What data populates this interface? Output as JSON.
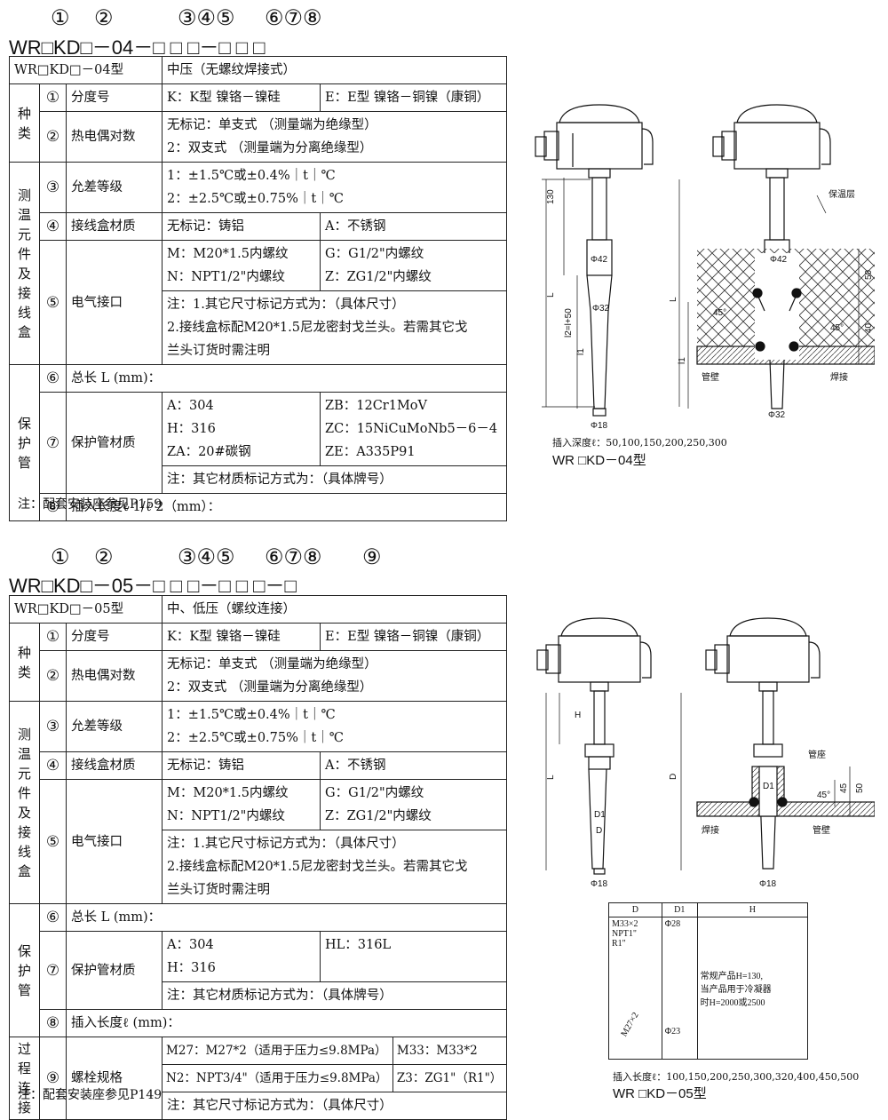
{
  "s1": {
    "circles": {
      "c1": "①",
      "c2": "②",
      "c345": "③④⑤",
      "c678": "⑥⑦⑧"
    },
    "model": "WR□KD□－04－□ □ □－□ □ □",
    "header": {
      "model": "WR□KD□－04型",
      "desc": "中压（无螺纹焊接式）"
    },
    "cat_kind": [
      "种",
      "类"
    ],
    "cat_elem": [
      "测",
      "温",
      "元",
      "件",
      "及",
      "接",
      "线",
      "盒"
    ],
    "cat_prot": [
      "保",
      "护",
      "管"
    ],
    "rows": {
      "r1": {
        "n": "①",
        "name": "分度号",
        "a": "K：K型  镍铬－镍硅",
        "b": "E：E型  镍铬－铜镍（康铜）"
      },
      "r2": {
        "n": "②",
        "name": "热电偶对数",
        "a": "无标记：单支式  （测量端为绝缘型）",
        "b": "2：双支式  （测量端为分离绝缘型）"
      },
      "r3": {
        "n": "③",
        "name": "允差等级",
        "a": "1：±1.5℃或±0.4%｜t｜℃",
        "b": "2：±2.5℃或±0.75%｜t｜℃"
      },
      "r4": {
        "n": "④",
        "name": "接线盒材质",
        "a": "无标记：铸铝",
        "b": "A：不锈钢"
      },
      "r5": {
        "n": "⑤",
        "name": "电气接口",
        "a": "M：M20*1.5内螺纹",
        "b": "G：G1/2\"内螺纹",
        "c": "N：NPT1/2\"内螺纹",
        "d": "Z：ZG1/2\"内螺纹",
        "note1": "注：1.其它尺寸标记方式为：（具体尺寸）",
        "note2": "2.接线盒标配M20*1.5尼龙密封戈兰头。若需其它戈",
        "note3": "兰头订货时需注明"
      },
      "r6": {
        "n": "⑥",
        "name": "总长 L (mm)："
      },
      "r7": {
        "n": "⑦",
        "name": "保护管材质",
        "a": "A：304",
        "b": "ZB：12Cr1MoV",
        "c": "H：316",
        "d": "ZC：15NiCuMoNb5－6－4",
        "e": "ZA：20#碳钢",
        "f": "ZE：A335P91",
        "note": "注：其它材质标记方式为：（具体牌号）"
      },
      "r8": {
        "n": "⑧",
        "name": "插入长度ℓ 1/ℓ 2（mm）："
      }
    },
    "footnote": "注：配套安装座参见P159",
    "caption_depth": "插入深度ℓ：50,100,150,200,250,300",
    "caption_model": "WR □KD－04型",
    "dims": {
      "d130": "130",
      "dL": "L",
      "dl2": "l2=l+50",
      "dl1": "l1",
      "d42": "Φ42",
      "d32": "Φ32",
      "d18": "Φ18",
      "dl1b": "l1",
      "dL2": "L",
      "d42b": "Φ42",
      "d32b": "Φ32",
      "d50": "50",
      "d40": "40",
      "a45": "45°",
      "a45b": "45°",
      "lbl_ins": "保温层",
      "lbl_wall": "管壁",
      "lbl_weld": "焊接"
    }
  },
  "s2": {
    "circles": {
      "c1": "①",
      "c2": "②",
      "c345": "③④⑤",
      "c678": "⑥⑦⑧",
      "c9": "⑨"
    },
    "model": "WR□KD□－05－□ □ □－□ □ □－□",
    "header": {
      "model": "WR□KD□－05型",
      "desc": "中、低压（螺纹连接）"
    },
    "cat_kind": [
      "种",
      "类"
    ],
    "cat_elem": [
      "测",
      "温",
      "元",
      "件",
      "及",
      "接",
      "线",
      "盒"
    ],
    "cat_prot": [
      "保",
      "护",
      "管"
    ],
    "cat_proc": [
      "过",
      "程",
      "连",
      "接"
    ],
    "rows": {
      "r1": {
        "n": "①",
        "name": "分度号",
        "a": "K：K型  镍铬－镍硅",
        "b": "E：E型  镍铬－铜镍（康铜）"
      },
      "r2": {
        "n": "②",
        "name": "热电偶对数",
        "a": "无标记：单支式  （测量端为绝缘型）",
        "b": "2：双支式  （测量端为分离绝缘型）"
      },
      "r3": {
        "n": "③",
        "name": "允差等级",
        "a": "1：±1.5℃或±0.4%｜t｜℃",
        "b": "2：±2.5℃或±0.75%｜t｜℃"
      },
      "r4": {
        "n": "④",
        "name": "接线盒材质",
        "a": "无标记：铸铝",
        "b": "A：不锈钢"
      },
      "r5": {
        "n": "⑤",
        "name": "电气接口",
        "a": "M：M20*1.5内螺纹",
        "b": "G：G1/2\"内螺纹",
        "c": "N：NPT1/2\"内螺纹",
        "d": "Z：ZG1/2\"内螺纹",
        "note1": "注：1.其它尺寸标记方式为：（具体尺寸）",
        "note2": "2.接线盒标配M20*1.5尼龙密封戈兰头。若需其它戈",
        "note3": "兰头订货时需注明"
      },
      "r6": {
        "n": "⑥",
        "name": "总长 L (mm)："
      },
      "r7": {
        "n": "⑦",
        "name": "保护管材质",
        "a": "A：304",
        "b": "HL：316L",
        "c": "H：316",
        "note": "注：其它材质标记方式为：（具体牌号）"
      },
      "r8": {
        "n": "⑧",
        "name": "插入长度ℓ (mm)："
      },
      "r9": {
        "n": "⑨",
        "name": "螺栓规格",
        "a": "M27：M27*2（适用于压力≤9.8MPa）",
        "b": "M33：M33*2",
        "c": "N2：NPT3/4\"（适用于压力≤9.8MPa）",
        "d": "Z3：ZG1\"（R1\"）",
        "note": "注：其它尺寸标记方式为：（具体尺寸）"
      }
    },
    "footnote": "注：配套安装座参见P149",
    "dimtable": {
      "h_d": "D",
      "h_d1": "D1",
      "h_h": "H",
      "d1": "M33×2",
      "d2": "NPT1\"",
      "d3": "R1\"",
      "d4": "M27×2",
      "d1a": "Φ28",
      "d1b": "Φ23",
      "h1": "常规产品H=130,",
      "h2": "当产品用于冷凝器",
      "h3": "时H=2000或2500"
    },
    "caption_depth": "插入长度ℓ：100,150,200,250,300,320,400,450,500",
    "caption_model": "WR □KD－05型",
    "dims": {
      "dH": "H",
      "dL": "L",
      "dD1": "D1",
      "dD": "D",
      "d18": "Φ18",
      "dD1b": "D1",
      "dDb": "D",
      "d18b": "Φ18",
      "d50": "50",
      "d45": "45",
      "a45": "45°",
      "lbl_seat": "管座",
      "lbl_weld": "焊接",
      "lbl_wall": "管壁"
    }
  }
}
